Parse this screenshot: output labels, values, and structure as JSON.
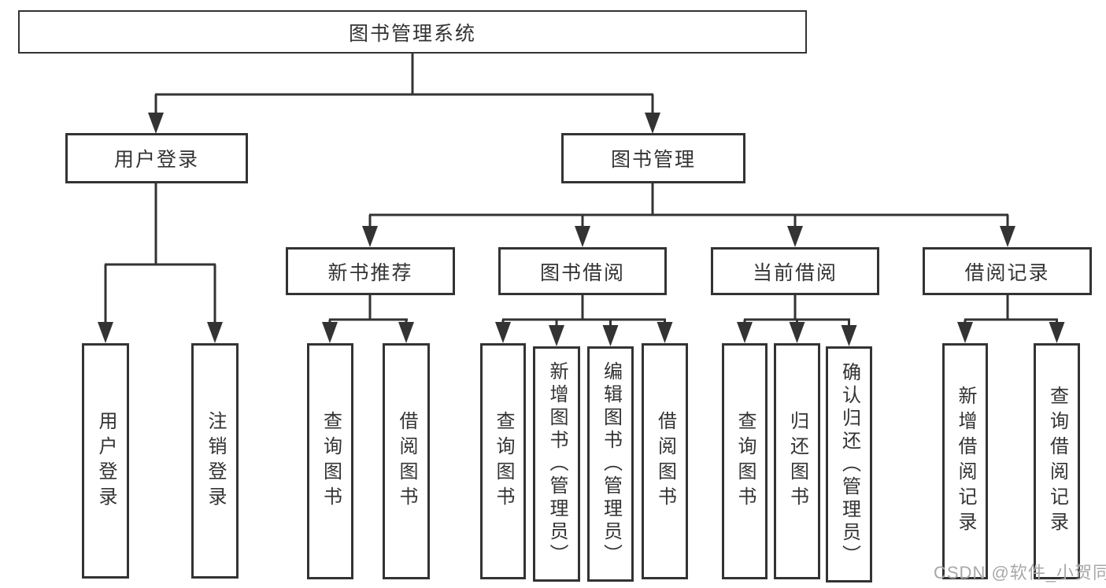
{
  "tree": {
    "root": {
      "label": "图书管理系统"
    },
    "branches": [
      {
        "label": "用户登录",
        "children": [
          {
            "label": "用户登录"
          },
          {
            "label": "注销登录"
          }
        ]
      },
      {
        "label": "图书管理",
        "children": [
          {
            "label": "新书推荐",
            "children": [
              {
                "label": "查询图书"
              },
              {
                "label": "借阅图书"
              }
            ]
          },
          {
            "label": "图书借阅",
            "children": [
              {
                "label": "查询图书"
              },
              {
                "label": "新增图书（管理员）"
              },
              {
                "label": "编辑图书（管理员）"
              },
              {
                "label": "借阅图书"
              }
            ]
          },
          {
            "label": "当前借阅",
            "children": [
              {
                "label": "查询图书"
              },
              {
                "label": "归还图书"
              },
              {
                "label": "确认归还（管理员）"
              }
            ]
          },
          {
            "label": "借阅记录",
            "children": [
              {
                "label": "新增借阅记录"
              },
              {
                "label": "查询借阅记录"
              }
            ]
          }
        ]
      }
    ]
  },
  "watermark": "CSDN @软件_小贺同学",
  "colors": {
    "line": "#333333",
    "box_border": "#333333",
    "text": "#333333",
    "watermark": "#a8a8a8",
    "background": "#ffffff"
  }
}
